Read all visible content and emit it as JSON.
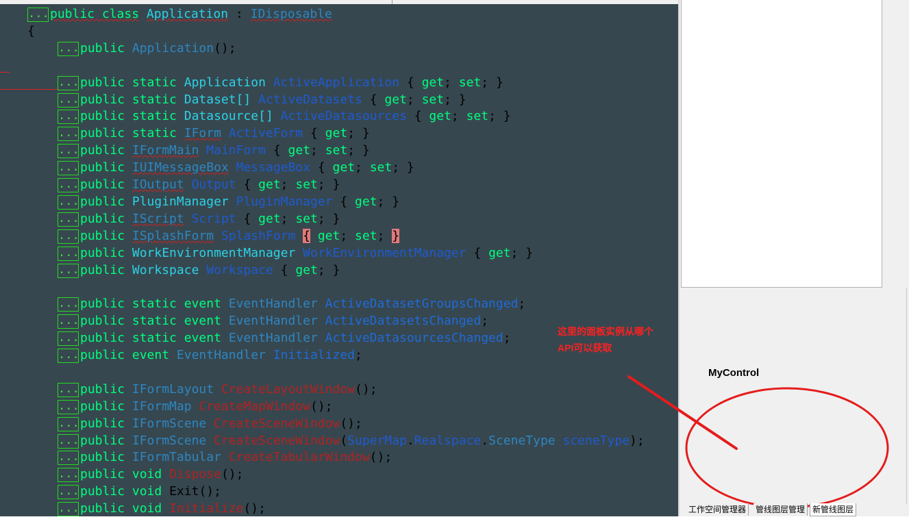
{
  "code": {
    "fold_marker": "...",
    "class_decl": {
      "kw": "public class",
      "name": "Application",
      "sep": " : ",
      "base": "IDisposable"
    },
    "open_brace": "{",
    "ctor": {
      "kw": "public",
      "name": "Application",
      "rest": "();"
    },
    "properties": [
      {
        "mods": "public static",
        "type": "Application",
        "type_kind": "ty",
        "name": "ActiveApplication",
        "acc": [
          "get",
          "set"
        ]
      },
      {
        "mods": "public static",
        "type": "Dataset[]",
        "type_kind": "ty",
        "name": "ActiveDatasets",
        "acc": [
          "get",
          "set"
        ]
      },
      {
        "mods": "public static",
        "type": "Datasource[]",
        "type_kind": "ty",
        "name": "ActiveDatasources",
        "acc": [
          "get",
          "set"
        ]
      },
      {
        "mods": "public static",
        "type": "IForm",
        "type_kind": "ity",
        "name": "ActiveForm",
        "acc": [
          "get"
        ]
      },
      {
        "mods": "public",
        "type": "IFormMain",
        "type_kind": "ity",
        "name": "MainForm",
        "acc": [
          "get",
          "set"
        ]
      },
      {
        "mods": "public",
        "type": "IUIMessageBox",
        "type_kind": "ity",
        "name": "MessageBox",
        "acc": [
          "get",
          "set"
        ]
      },
      {
        "mods": "public",
        "type": "IOutput",
        "type_kind": "ity",
        "name": "Output",
        "acc": [
          "get",
          "set"
        ]
      },
      {
        "mods": "public",
        "type": "PluginManager",
        "type_kind": "ty",
        "name": "PluginManager",
        "acc": [
          "get"
        ]
      },
      {
        "mods": "public",
        "type": "IScript",
        "type_kind": "ity",
        "name": "Script",
        "acc": [
          "get",
          "set"
        ]
      },
      {
        "mods": "public",
        "type": "ISplashForm",
        "type_kind": "ity",
        "name": "SplashForm",
        "acc": [
          "get",
          "set"
        ],
        "highlight_braces": true
      },
      {
        "mods": "public",
        "type": "WorkEnvironmentManager",
        "type_kind": "ty",
        "name": "WorkEnvironmentManager",
        "acc": [
          "get"
        ]
      },
      {
        "mods": "public",
        "type": "Workspace",
        "type_kind": "ty",
        "name": "Workspace",
        "acc": [
          "get"
        ]
      }
    ],
    "events": [
      {
        "mods": "public static event",
        "type": "EventHandler",
        "name": "ActiveDatasetGroupsChanged"
      },
      {
        "mods": "public static event",
        "type": "EventHandler",
        "name": "ActiveDatasetsChanged"
      },
      {
        "mods": "public static event",
        "type": "EventHandler",
        "name": "ActiveDatasourcesChanged"
      },
      {
        "mods": "public event",
        "type": "EventHandler",
        "name": "Initialized"
      }
    ],
    "methods": [
      {
        "mods": "public",
        "type": "IFormLayout",
        "type_kind": "ity",
        "name": "CreateLayoutWindow",
        "args": ""
      },
      {
        "mods": "public",
        "type": "IFormMap",
        "type_kind": "ity",
        "name": "CreateMapWindow",
        "args": ""
      },
      {
        "mods": "public",
        "type": "IFormScene",
        "type_kind": "ity",
        "name": "CreateSceneWindow",
        "args": ""
      },
      {
        "mods": "public",
        "type": "IFormScene",
        "type_kind": "ity",
        "name": "CreateSceneWindow",
        "args": "SuperMap.Realspace.SceneType sceneType"
      },
      {
        "mods": "public",
        "type": "IFormTabular",
        "type_kind": "ity",
        "name": "CreateTabularWindow",
        "args": ""
      },
      {
        "mods": "public",
        "type": "void",
        "type_kind": "kw",
        "name": "Dispose",
        "args": ""
      },
      {
        "mods": "public",
        "type": "void",
        "type_kind": "kw",
        "name": "Exit",
        "args": "",
        "plain_name": true
      },
      {
        "mods": "public",
        "type": "void",
        "type_kind": "kw",
        "name": "Initialize",
        "args": ""
      }
    ]
  },
  "annotation": {
    "note": "这里的面板实例从哪个API可以获取",
    "panel_label": "MyControl",
    "color": "#ff2020"
  },
  "bottom_tabs": [
    "工作空间管理器",
    "管线图层管理",
    "新管线图层"
  ],
  "active_tab": 2,
  "colors": {
    "editor_bg": "#37474f",
    "keyword": "#00ff7f",
    "type": "#2bd2e6",
    "interface_type": "#2e86c1",
    "member": "#1e5bd0",
    "method": "#b22222",
    "fold_box": "#22dd22"
  }
}
